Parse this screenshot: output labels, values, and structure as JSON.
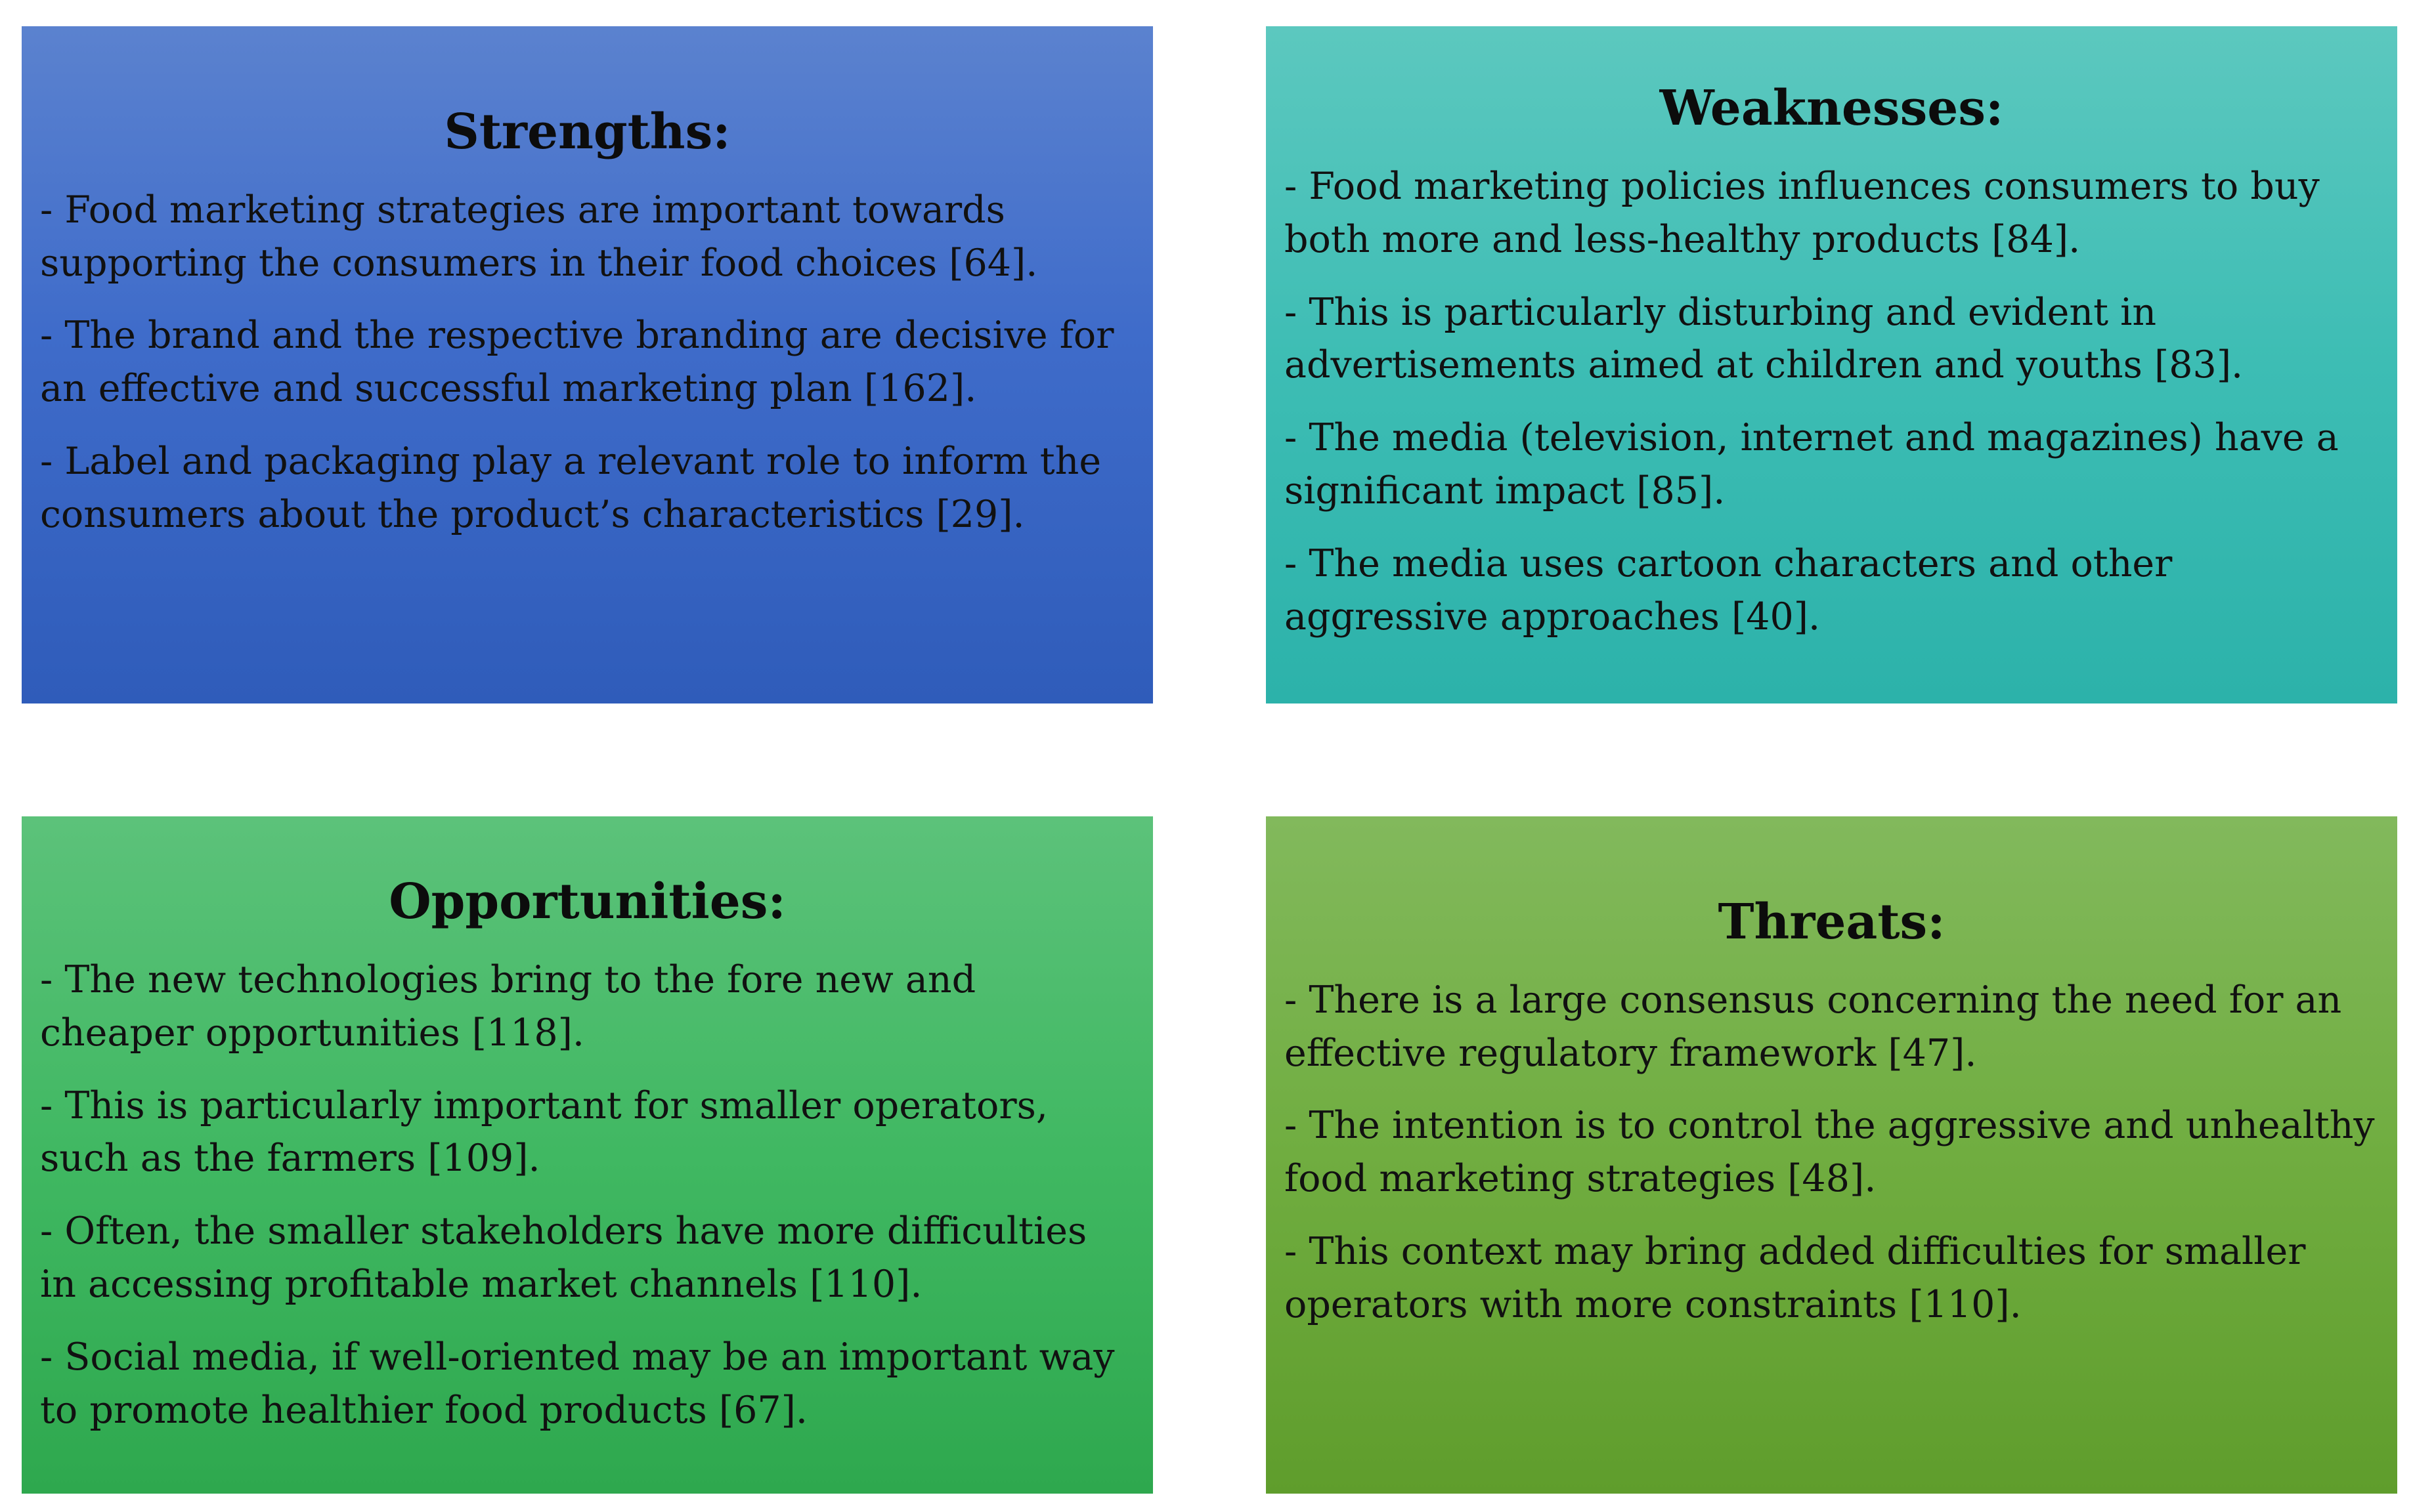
{
  "quadrants": {
    "strengths": {
      "title": "Strengths:",
      "items": [
        "- Food marketing strategies are important towards supporting the consumers in their food choices [64].",
        "- The brand and the respective branding are decisive for an effective and successful marketing plan [162].",
        "- Label and packaging play a relevant role to inform the consumers about the product’s characteristics [29]."
      ]
    },
    "weaknesses": {
      "title": "Weaknesses:",
      "items": [
        "- Food marketing policies influences consumers to buy both more and less-healthy products [84].",
        "- This is particularly disturbing and evident in advertisements aimed at children and youths [83].",
        "- The media (television, internet and magazines) have a significant impact [85].",
        "- The media uses cartoon characters and other aggressive approaches [40]."
      ]
    },
    "opportunities": {
      "title": "Opportunities:",
      "items": [
        "- The new technologies bring to the fore new and cheaper opportunities [118].",
        "- This is particularly important for smaller operators, such as the farmers [109].",
        "- Often, the smaller stakeholders have more difficulties in accessing profitable market channels [110].",
        "- Social media, if well-oriented may be an important way to promote healthier food products [67]."
      ]
    },
    "threats": {
      "title": "Threats:",
      "items": [
        "- There is a large consensus concerning the need for an effective regulatory framework [47].",
        "- The intention is to control the aggressive and unhealthy food marketing strategies [48].",
        "- This context may bring added difficulties for smaller operators with more constraints [110]."
      ]
    }
  },
  "colors": {
    "strengths": "#3f6cca",
    "weaknesses": "#3dbdb4",
    "opportunities": "#40b862",
    "threats": "#70ad40"
  }
}
